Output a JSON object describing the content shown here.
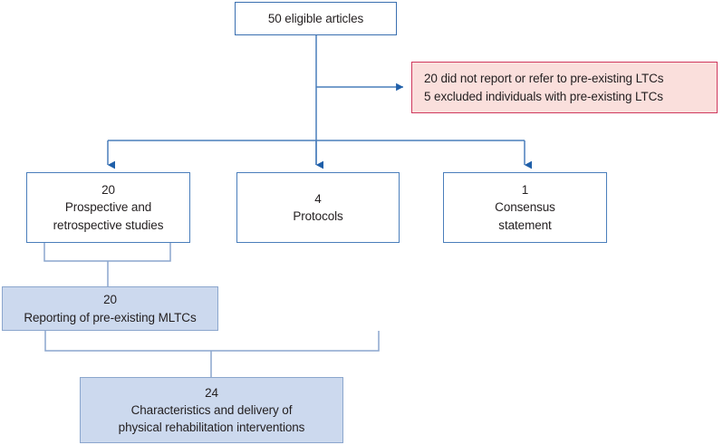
{
  "diagram": {
    "type": "prisma-style-flowchart",
    "palette": {
      "line_blue": "#4a7ebb",
      "arrow_blue": "#1f5fa9",
      "box_border_blue": "#4a7ebb",
      "fill_blue": "#ccd9ee",
      "fill_blue_border": "#8ba6cd",
      "pink_fill": "#fadfdc",
      "pink_border": "#cf395e",
      "text": "#231f20",
      "background": "#ffffff"
    },
    "nodes": {
      "top": {
        "id": "eligible-articles",
        "lines": [
          "50 eligible articles"
        ],
        "count": "50",
        "style": "outlined"
      },
      "excluded": {
        "id": "excluded-articles",
        "lines": [
          "20 did not report or refer to pre-existing LTCs",
          "5 excluded individuals with pre-existing LTCs"
        ],
        "style": "pink"
      },
      "studies": {
        "id": "prospective-retrospective-studies",
        "lines": [
          "20",
          "Prospective and",
          "retrospective studies"
        ],
        "count": "20",
        "style": "outlined"
      },
      "protocols": {
        "id": "protocols",
        "lines": [
          "4",
          "Protocols"
        ],
        "count": "4",
        "style": "outlined"
      },
      "consensus": {
        "id": "consensus-statement",
        "lines": [
          "1",
          "Consensus",
          "statement"
        ],
        "count": "1",
        "style": "outlined"
      },
      "mltc": {
        "id": "reporting-pre-existing-mltcs",
        "lines": [
          "20",
          "Reporting of pre-existing MLTCs"
        ],
        "count": "20",
        "style": "filled-blue"
      },
      "characteristics": {
        "id": "characteristics-delivery",
        "lines": [
          "24",
          "Characteristics and delivery of",
          "physical rehabilitation interventions"
        ],
        "count": "24",
        "style": "filled-blue"
      }
    },
    "edges": [
      {
        "name": "top-to-excluded",
        "from": "top",
        "to": "excluded",
        "arrow": true,
        "shape": "elbow-right"
      },
      {
        "name": "top-to-distribution-bar",
        "from": "top",
        "to": "distribution-bar",
        "arrow": false,
        "shape": "vertical"
      },
      {
        "name": "bar-to-studies",
        "from": "distribution-bar",
        "to": "studies",
        "arrow": true,
        "shape": "elbow-down"
      },
      {
        "name": "bar-to-protocols",
        "from": "distribution-bar",
        "to": "protocols",
        "arrow": true,
        "shape": "vertical"
      },
      {
        "name": "bar-to-consensus",
        "from": "distribution-bar",
        "to": "consensus",
        "arrow": true,
        "shape": "elbow-down"
      },
      {
        "name": "studies-to-mltc",
        "from": "studies",
        "to": "mltc",
        "arrow": false,
        "shape": "bracket"
      },
      {
        "name": "mltc-to-characteristics",
        "from": "mltc",
        "to": "characteristics",
        "arrow": false,
        "shape": "bracket"
      }
    ]
  }
}
